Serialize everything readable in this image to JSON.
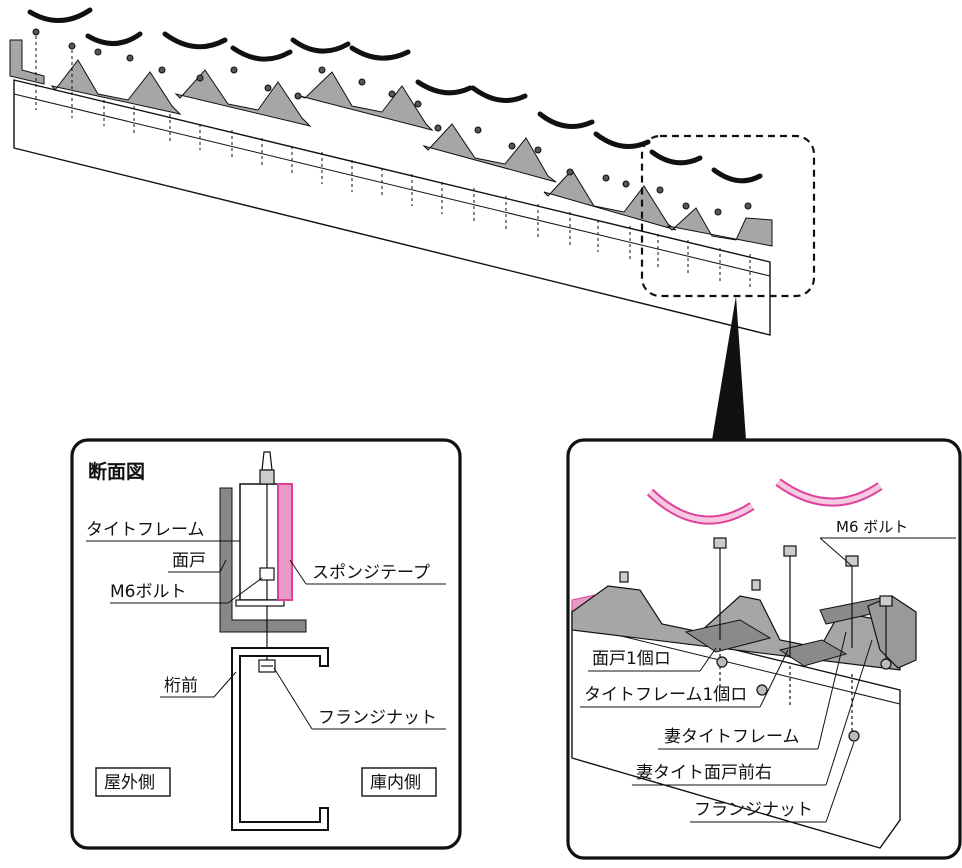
{
  "section_view": {
    "title": "断面図",
    "labels": {
      "tight_frame": "タイトフレーム",
      "face_door": "面戸",
      "bolt": "M6ボルト",
      "sponge_tape": "スポンジテープ",
      "purlin": "桁前",
      "flange_nut": "フランジナット",
      "outdoor_side": "屋外側",
      "indoor_side": "庫内側"
    }
  },
  "detail_view": {
    "labels": {
      "bolt": "M6 ボルト",
      "face_door_one": "面戸1個ロ",
      "tight_frame_one": "タイトフレーム1個ロ",
      "gable_tight_frame": "妻タイトフレーム",
      "gable_face_door": "妻タイト面戸前右",
      "flange_nut": "フランジナット"
    }
  },
  "colors": {
    "sponge_tape": "#e0409a",
    "sponge_fill": "#e89ac6",
    "metal": "#9a9a9a",
    "outline": "#111111"
  }
}
